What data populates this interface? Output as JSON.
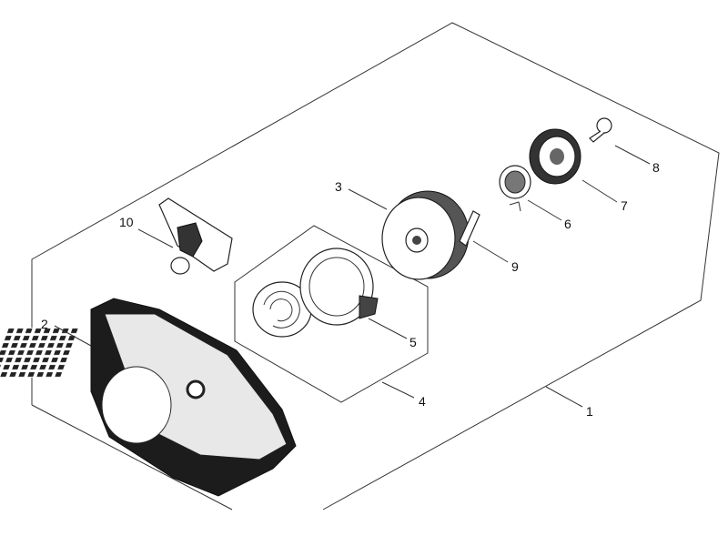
{
  "diagram": {
    "labels": {
      "l1": "1",
      "l2": "2",
      "l3": "3",
      "l4": "4",
      "l5": "5",
      "l6": "6",
      "l7": "7",
      "l8": "8",
      "l9": "9",
      "l10": "10"
    },
    "colors": {
      "line": "#333333",
      "part_dark": "#1a1a1a",
      "background": "#ffffff"
    }
  }
}
